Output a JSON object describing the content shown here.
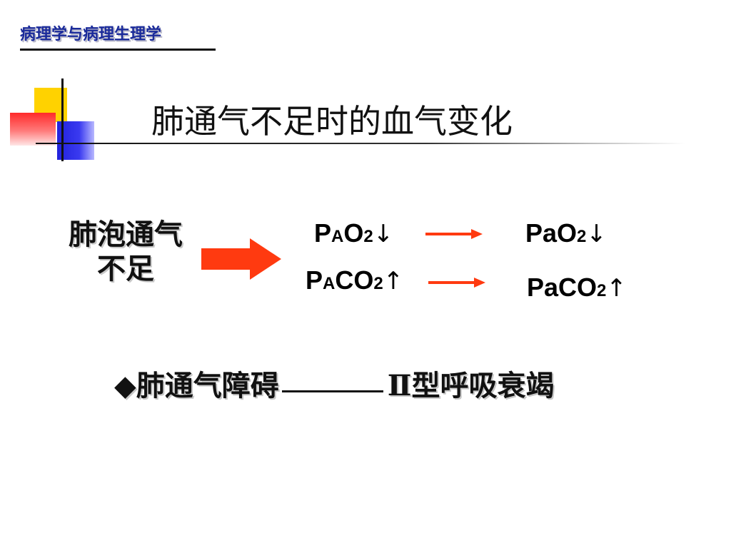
{
  "header": {
    "brand": "病理学与病理生理学"
  },
  "slide": {
    "title": "肺通气不足时的血气变化",
    "cause_line1": "肺泡通气",
    "cause_line2": "不足",
    "left_formulas": {
      "pao2": {
        "p": "P",
        "sub": "A",
        "rest": "O",
        "num": "2",
        "arrow": "↓"
      },
      "paco2": {
        "p": "P",
        "sub": "A",
        "rest": "CO",
        "num": "2",
        "arrow": "↑"
      }
    },
    "right_formulas": {
      "pao2": {
        "text": "PaO",
        "num": "2",
        "arrow": "↓"
      },
      "paco2": {
        "text": "PaCO",
        "num": "2",
        "arrow": "↑"
      }
    },
    "bullet": {
      "symbol": "◆",
      "left": "肺通气障碍",
      "right": "Ⅱ型呼吸衰竭"
    }
  },
  "colors": {
    "arrow": "#ff3a10",
    "brand": "#1a2a9a",
    "logo_yellow": "#ffd200",
    "logo_red": "#ff2a2a",
    "logo_blue": "#2222dd"
  }
}
